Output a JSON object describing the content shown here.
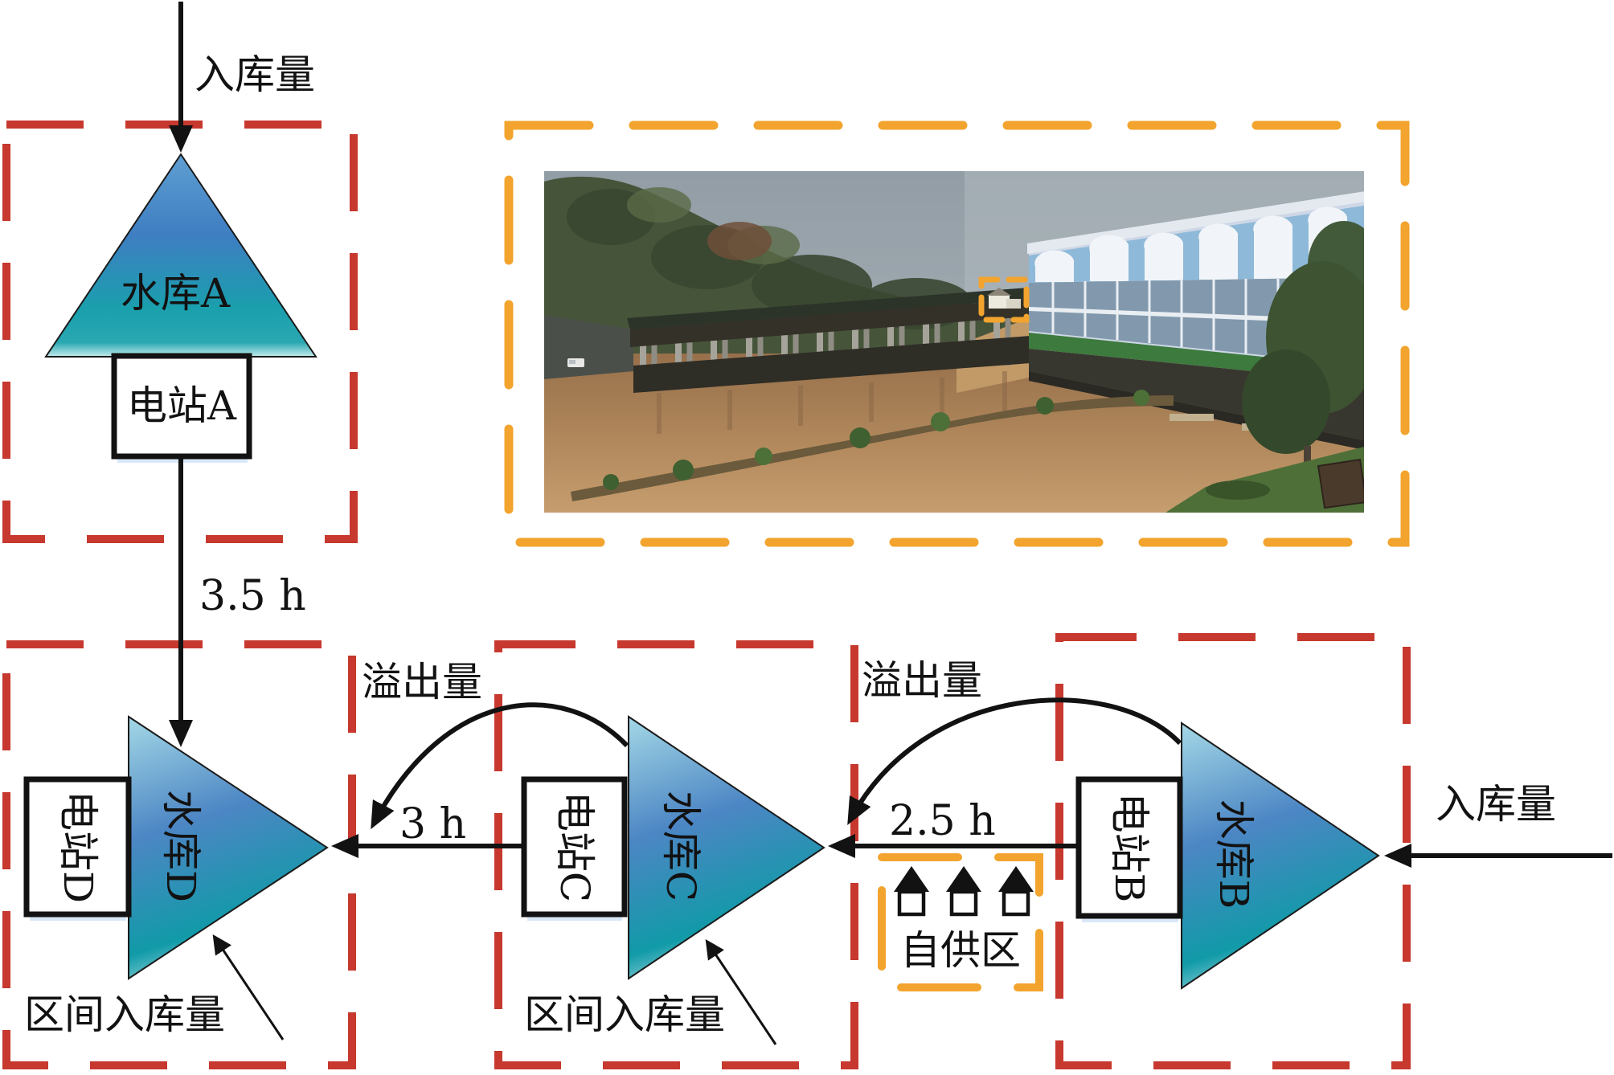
{
  "colors": {
    "box_dash_red": "#c7382e",
    "box_dash_orange": "#f2a42e",
    "line_black": "#121212",
    "triangle_blue_top": "#9fd6e6",
    "triangle_blue_mid": "#4a84c4",
    "triangle_teal_bottom": "#139aa8"
  },
  "system_a": {
    "inflow_label": "入库量",
    "reservoir_label": "水库A",
    "station_label": "电站A",
    "lag_to_d": "3.5 h"
  },
  "system_b": {
    "inflow_label": "入库量",
    "spill_label": "溢出量",
    "lag_to_c": "2.5 h",
    "station_label": "电站B",
    "reservoir_label": "水库B",
    "self_supply_label": "自供区"
  },
  "system_c": {
    "spill_label": "溢出量",
    "lag_to_d": "3 h",
    "station_label": "电站C",
    "reservoir_label": "水库C",
    "interval_inflow_label": "区间入库量"
  },
  "system_d": {
    "station_label": "电站D",
    "reservoir_label": "水库D",
    "interval_inflow_label": "区间入库量"
  }
}
